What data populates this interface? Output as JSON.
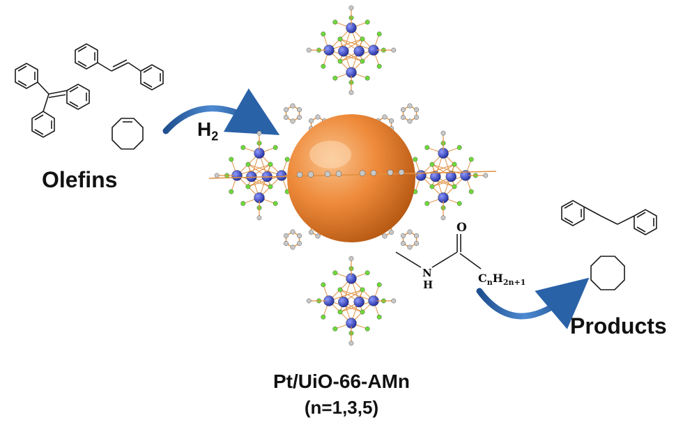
{
  "labels": {
    "reactants": "Olefins",
    "gas": "H",
    "gas_subscript": "2",
    "products": "Products",
    "catalyst": "Pt/UiO-66-AMn",
    "catalyst_variants": "(n=1,3,5)"
  },
  "amide_group": {
    "oxygen": "O",
    "nitrogen": "N",
    "hydrogen": "H",
    "alkyl_base": "C",
    "alkyl_n": "n",
    "alkyl_h": "H",
    "alkyl_sub": "2n+1"
  },
  "colors": {
    "arrow": "#2f6db0",
    "sphere": "#f08a30",
    "zr_node": "#3f50cc",
    "oxygen_node": "#6fd93a",
    "carbon_node": "#c8c8c8",
    "linker_bond": "#e09040"
  },
  "icons": [
    "curved-arrow-icon",
    "pt-nanoparticle-icon",
    "zr-cluster-icon",
    "benzene-ring-icon",
    "cyclooctene-icon",
    "cyclooctane-icon"
  ]
}
